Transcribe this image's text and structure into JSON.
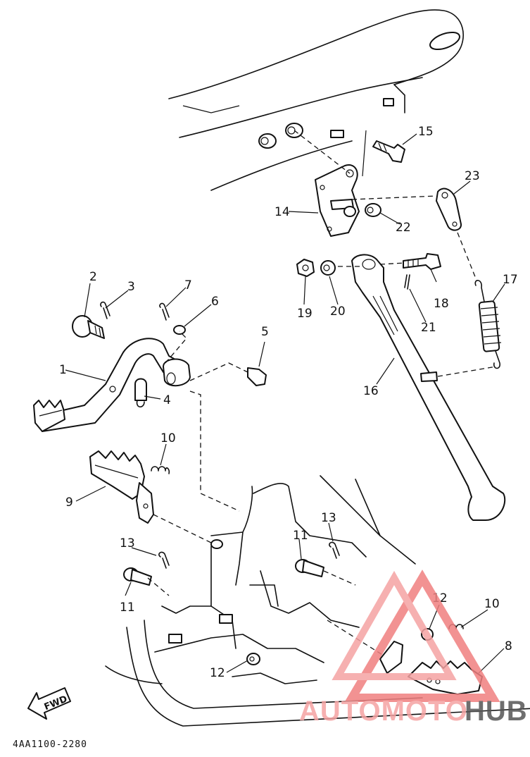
{
  "diagram_code": "4AA1100-2280",
  "direction_label": "FWD",
  "watermark": {
    "part1": "AUTOMOTO",
    "part2": "HUB",
    "color_primary": "#f5a3a3",
    "color_secondary": "#f08080",
    "color_dark": "#555555"
  },
  "callouts": [
    {
      "id": "c1",
      "label": "1"
    },
    {
      "id": "c2",
      "label": "2"
    },
    {
      "id": "c3",
      "label": "3"
    },
    {
      "id": "c4",
      "label": "4"
    },
    {
      "id": "c5",
      "label": "5"
    },
    {
      "id": "c6",
      "label": "6"
    },
    {
      "id": "c7",
      "label": "7"
    },
    {
      "id": "c8",
      "label": "8"
    },
    {
      "id": "c9",
      "label": "9"
    },
    {
      "id": "c10a",
      "label": "10"
    },
    {
      "id": "c10b",
      "label": "10"
    },
    {
      "id": "c11a",
      "label": "11"
    },
    {
      "id": "c11b",
      "label": "11"
    },
    {
      "id": "c12a",
      "label": "12"
    },
    {
      "id": "c12b",
      "label": "12"
    },
    {
      "id": "c13a",
      "label": "13"
    },
    {
      "id": "c13b",
      "label": "13"
    },
    {
      "id": "c14",
      "label": "14"
    },
    {
      "id": "c15",
      "label": "15"
    },
    {
      "id": "c16",
      "label": "16"
    },
    {
      "id": "c17",
      "label": "17"
    },
    {
      "id": "c18",
      "label": "18"
    },
    {
      "id": "c19",
      "label": "19"
    },
    {
      "id": "c20",
      "label": "20"
    },
    {
      "id": "c21",
      "label": "21"
    },
    {
      "id": "c22",
      "label": "22"
    },
    {
      "id": "c23",
      "label": "23"
    }
  ]
}
